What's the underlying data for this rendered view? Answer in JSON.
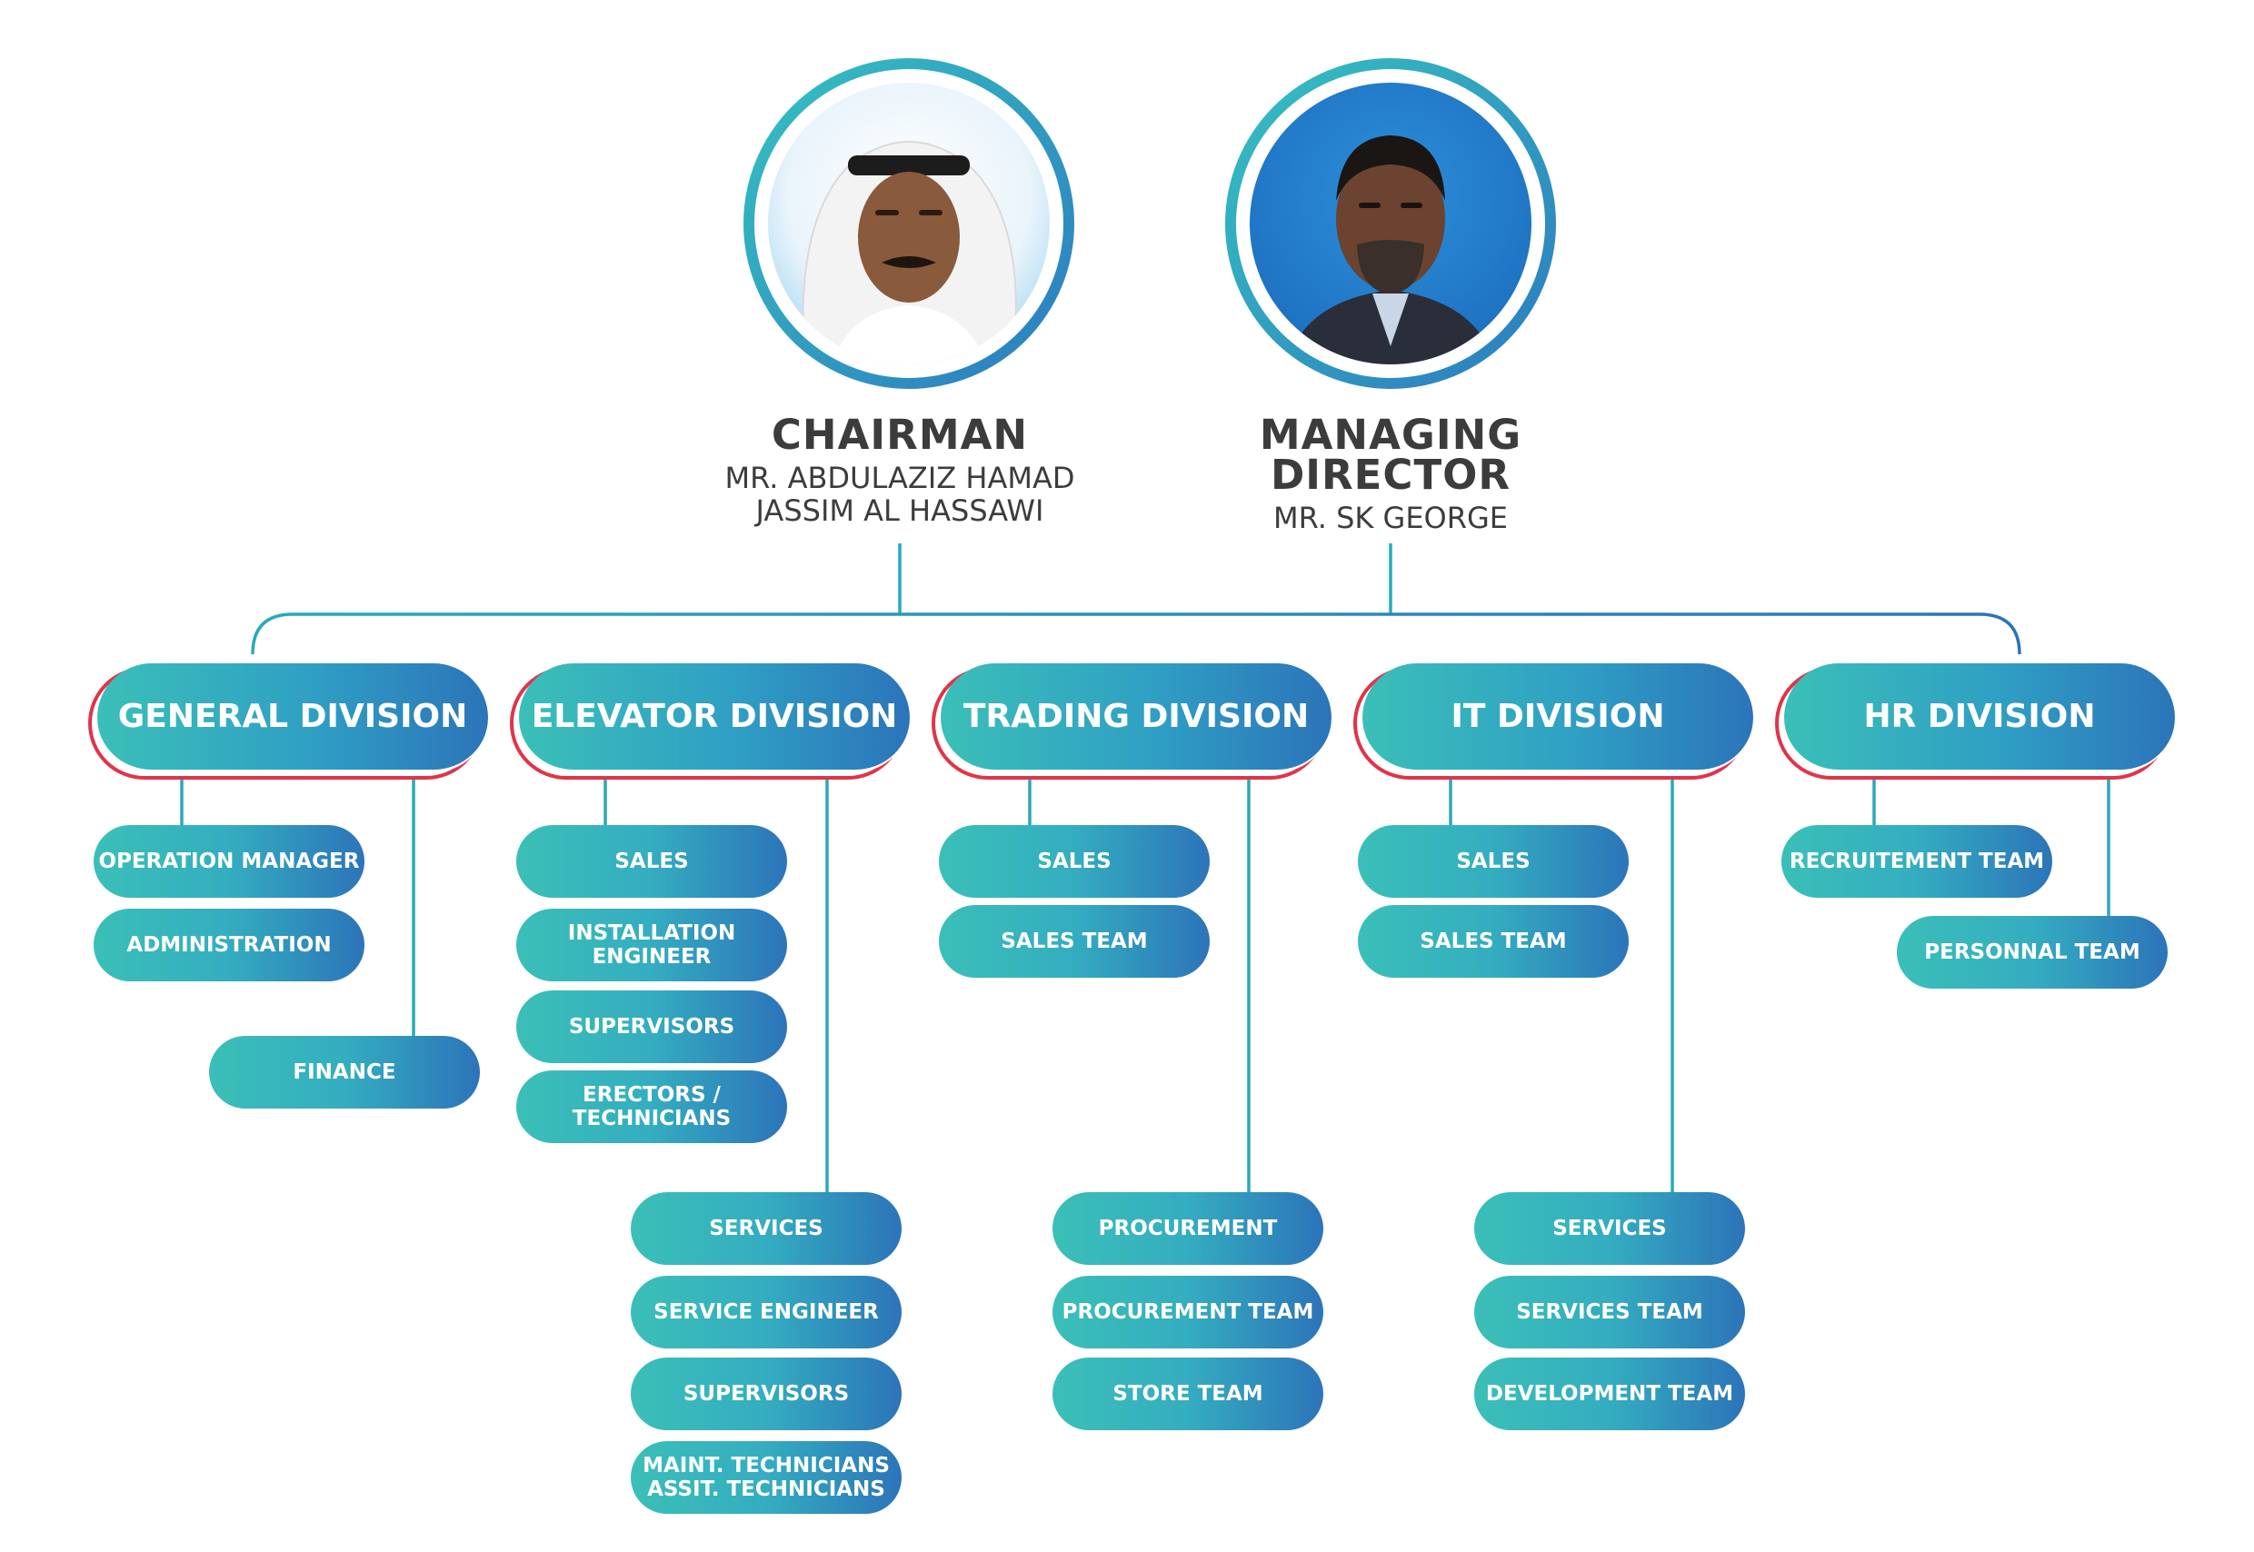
{
  "leaders": {
    "chairman": {
      "role": "CHAIRMAN",
      "name_line1": "MR. ABDULAZIZ HAMAD",
      "name_line2": "JASSIM AL HASSAWI"
    },
    "md": {
      "role_line1": "MANAGING",
      "role_line2": "DIRECTOR",
      "name": "MR. SK GEORGE"
    }
  },
  "divisions": [
    {
      "title": "GENERAL DIVISION",
      "items": [
        "OPERATION MANAGER",
        "ADMINISTRATION",
        "FINANCE"
      ]
    },
    {
      "title": "ELEVATOR DIVISION",
      "items": [
        "SALES",
        "INSTALLATION\nENGINEER",
        "SUPERVISORS",
        "ERECTORS /\nTECHNICIANS",
        "SERVICES",
        "SERVICE ENGINEER",
        "SUPERVISORS",
        "MAINT. TECHNICIANS\nASSIT. TECHNICIANS"
      ]
    },
    {
      "title": "TRADING DIVISION",
      "items": [
        "SALES",
        "SALES TEAM",
        "PROCUREMENT",
        "PROCUREMENT TEAM",
        "STORE TEAM"
      ]
    },
    {
      "title": "IT DIVISION",
      "items": [
        "SALES",
        "SALES TEAM",
        "SERVICES",
        "SERVICES TEAM",
        "DEVELOPMENT TEAM"
      ]
    },
    {
      "title": "HR DIVISION",
      "items": [
        "RECRUITEMENT TEAM",
        "PERSONNAL TEAM"
      ]
    }
  ],
  "colors": {
    "teal": "#3bbfb8",
    "blue": "#2c74b9",
    "red_accent": "#e0344a",
    "text_dark": "#3c3c3c",
    "line": "#2aa9b9"
  }
}
